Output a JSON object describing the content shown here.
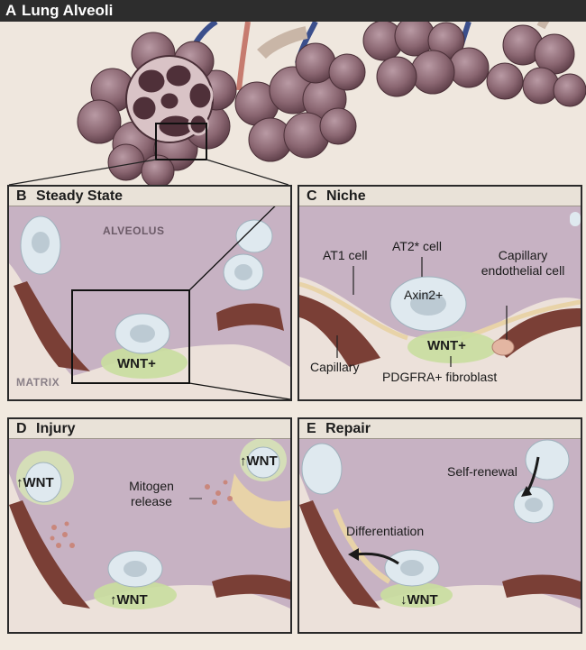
{
  "panels": {
    "A": {
      "letter": "A",
      "title": "Lung Alveoli"
    },
    "B": {
      "letter": "B",
      "title": "Steady State",
      "alveolus": "ALVEOLUS",
      "matrix": "MATRIX",
      "wnt": "WNT+"
    },
    "C": {
      "letter": "C",
      "title": "Niche",
      "at1": "AT1 cell",
      "at2": "AT2* cell",
      "axin": "Axin2+",
      "cap_endo": "Capillary endothelial cell",
      "wnt": "WNT+",
      "capillary": "Capillary",
      "fibroblast": "PDGFRA+ fibroblast"
    },
    "D": {
      "letter": "D",
      "title": "Injury",
      "wnt_left": "↑WNT",
      "wnt_right": "↑WNT",
      "wnt_bottom": "↑WNT",
      "mitogen": "Mitogen release"
    },
    "E": {
      "letter": "E",
      "title": "Repair",
      "self_renewal": "Self-renewal",
      "differentiation": "Differentiation",
      "wnt": "↓WNT"
    }
  },
  "colors": {
    "alveolus": "#c8b3c4",
    "matrix": "#e9ddd5",
    "at2_cell": "#dfe9ef",
    "nucleus": "#b9c7d0",
    "capillary": "#7a3f36",
    "fibroblast_glow": "#c6dc9a",
    "at1_cell": "#e8d3a8"
  }
}
